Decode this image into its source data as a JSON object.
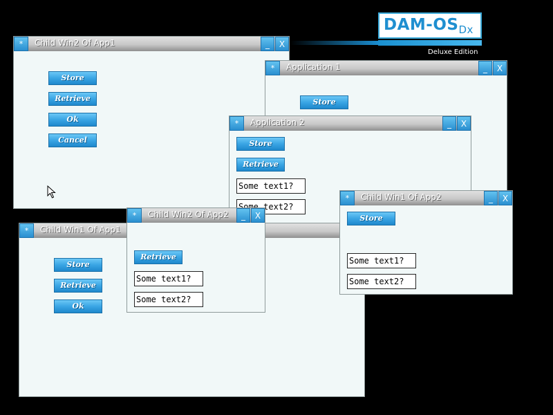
{
  "branding": {
    "logo_main": "DAM-OS",
    "logo_sub": "Dx",
    "edition": "Deluxe Edition"
  },
  "titlebar_icons": {
    "menu": "*",
    "minimize": "_",
    "close": "X"
  },
  "windows": {
    "child_win2_app1": {
      "title": "Child Win2 Of App1",
      "buttons": [
        "Store",
        "Retrieve",
        "Ok",
        "Cancel"
      ]
    },
    "application1": {
      "title": "Application 1",
      "buttons": [
        "Store"
      ]
    },
    "application2": {
      "title": "Application 2",
      "buttons": [
        "Store",
        "Retrieve"
      ],
      "fields": [
        "Some text1?",
        "Some text2?"
      ]
    },
    "child_win1_app2": {
      "title": "Child Win1 Of App2",
      "buttons": [
        "Store"
      ],
      "fields": [
        "Some text1?",
        "Some text2?"
      ]
    },
    "child_win1_app1": {
      "title": "Child Win1 Of App1",
      "buttons": [
        "Store",
        "Retrieve",
        "Ok"
      ]
    },
    "child_win2_app2": {
      "title": "Child Win2 Of App2",
      "buttons": [
        "Retrieve"
      ],
      "fields": [
        "Some text1?",
        "Some text2?"
      ]
    }
  },
  "colors": {
    "desktop": "#000000",
    "window_bg": "#f1f8f8",
    "button_accent": "#3aa5e4",
    "logo_blue": "#1f8fd0"
  }
}
